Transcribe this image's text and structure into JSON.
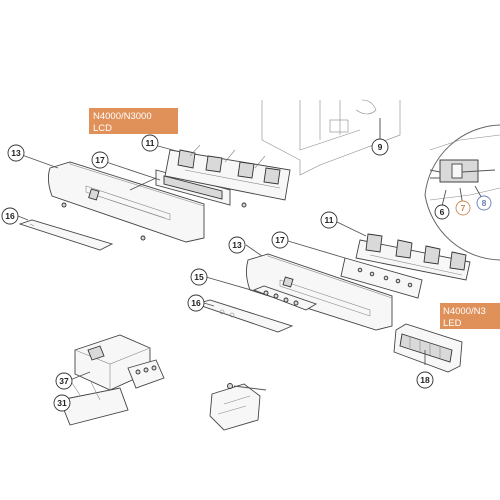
{
  "labels": {
    "lcd_model_line1": "N4000/N3000",
    "lcd_model_line2": "LCD",
    "led_model_line1": "N4000/N3",
    "led_model_line2": "LED"
  },
  "callouts": {
    "c9": "9",
    "c13a": "13",
    "c17a": "17",
    "c11a": "11",
    "c16a": "16",
    "c6": "6",
    "c7": "7",
    "c8": "8",
    "c11b": "11",
    "c17b": "17",
    "c13b": "13",
    "c15": "15",
    "c16b": "16",
    "c18": "18",
    "c37": "37",
    "c31": "31"
  },
  "colors": {
    "label_bg": "#e0915a",
    "callout_8": "#6a7fb5"
  }
}
